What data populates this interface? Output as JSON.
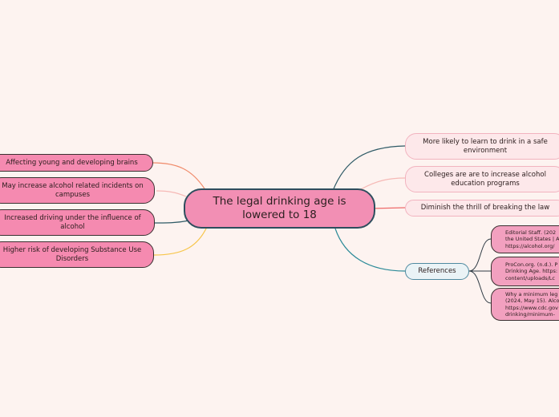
{
  "central": "The legal drinking age is lowered to 18",
  "left_branches": [
    "Affecting young and developing brains",
    "May increase alcohol related incidents on campuses",
    "Increased driving under the influence of alcohol",
    "Higher risk of developing Substance Use Disorders"
  ],
  "right_branches": [
    "More likely to learn to drink in a safe environment",
    "Colleges are are to increase alcohol education programs",
    "Diminish the thrill of breaking the law",
    "References"
  ],
  "references": [
    "Editorial Staff. (202\nthe United States | A\nhttps://alcohol.org/",
    "ProCon.org. (n.d.). P\nDrinking Age. https:\ncontent/uploads/Lc",
    "Why a minimum leg\n(2024, May 15). Alco\nhttps://www.cdc.gov\ndrinking/minimum-"
  ],
  "colors": {
    "background": "#fdf3f0",
    "central_fill": "#f28fb4",
    "left_fill": "#f58ab0",
    "right_fill": "#fde8ea",
    "link_dark": "#2e5a66",
    "link_orange": "#f08a6a",
    "link_pink": "#f6b9b6",
    "link_yellow": "#f7c54a",
    "link_red": "#ee6a6a",
    "link_teal": "#2b8a98"
  }
}
